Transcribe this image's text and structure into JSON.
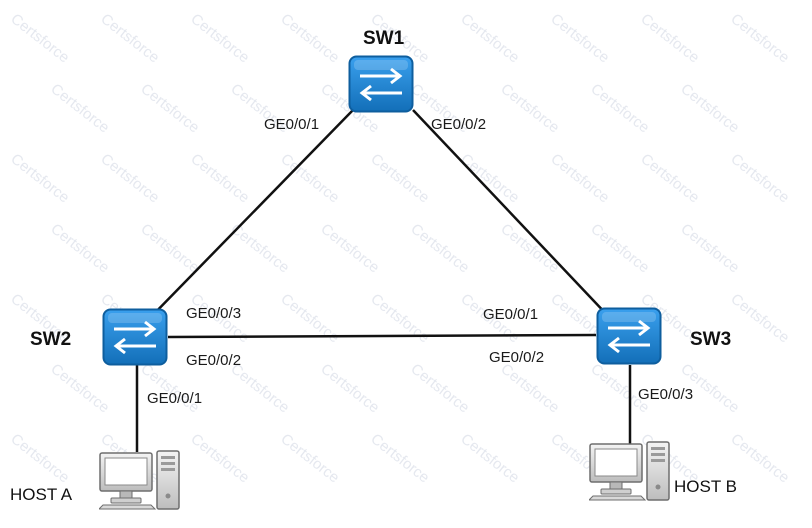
{
  "watermark": "Certsforce",
  "devices": {
    "sw1": "SW1",
    "sw2": "SW2",
    "sw3": "SW3",
    "host_a": "HOST A",
    "host_b": "HOST B"
  },
  "ports": {
    "sw1_ge001": "GE0/0/1",
    "sw1_ge002": "GE0/0/2",
    "sw2_ge003": "GE0/0/3",
    "sw2_ge002": "GE0/0/2",
    "sw2_ge001": "GE0/0/1",
    "sw3_ge001": "GE0/0/1",
    "sw3_ge002": "GE0/0/2",
    "sw3_ge003": "GE0/0/3"
  },
  "icons": {
    "switch": "switch-icon",
    "host": "host-pc-icon"
  },
  "colors": {
    "switch_fill": "#1e86d8",
    "switch_border": "#0e5e9e",
    "link": "#111111",
    "watermark": "#dde1ea"
  }
}
